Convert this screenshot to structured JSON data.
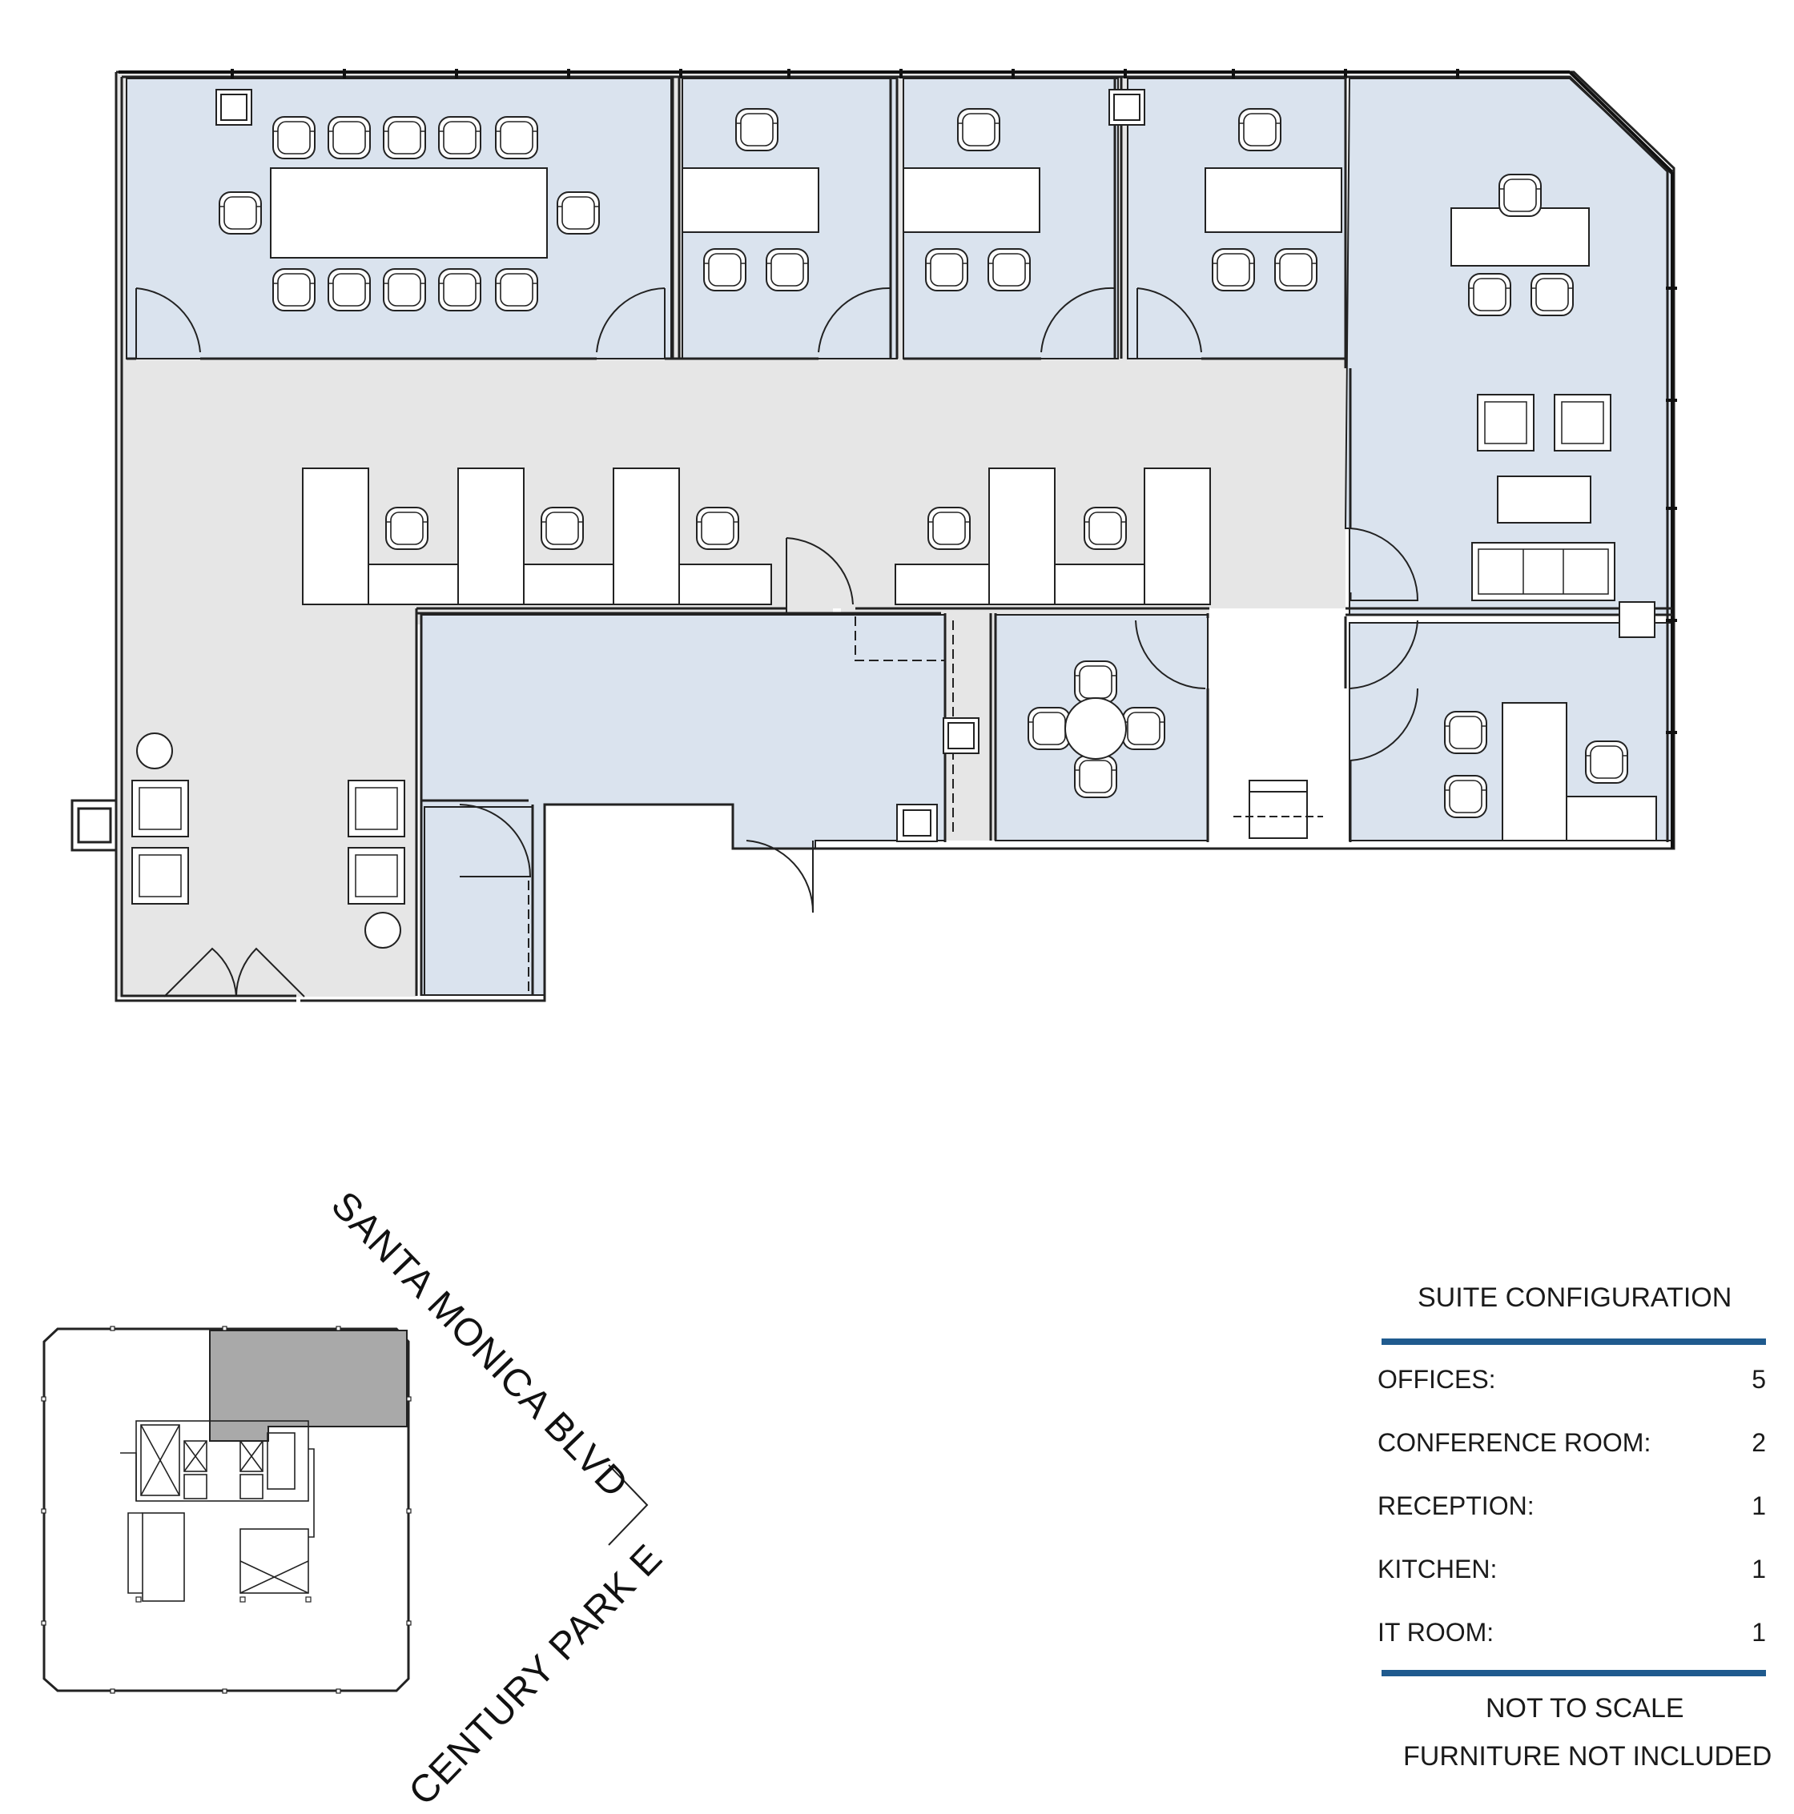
{
  "streets": {
    "primary": "SANTA MONICA BLVD",
    "secondary": "CENTURY PARK E"
  },
  "legend": {
    "title": "SUITE CONFIGURATION",
    "rows": [
      {
        "label": "OFFICES:",
        "value": "5"
      },
      {
        "label": "CONFERENCE ROOM:",
        "value": "2"
      },
      {
        "label": "RECEPTION:",
        "value": "1"
      },
      {
        "label": "KITCHEN:",
        "value": "1"
      },
      {
        "label": "IT ROOM:",
        "value": "1"
      }
    ],
    "notes": [
      "NOT TO SCALE",
      "FURNITURE NOT INCLUDED"
    ]
  },
  "colors": {
    "room_fill": "#dae3ee",
    "corridor_fill": "#e6e6e6",
    "highlight_fill": "#a9a9a9",
    "rule": "#1f5a8e",
    "line": "#222222"
  }
}
